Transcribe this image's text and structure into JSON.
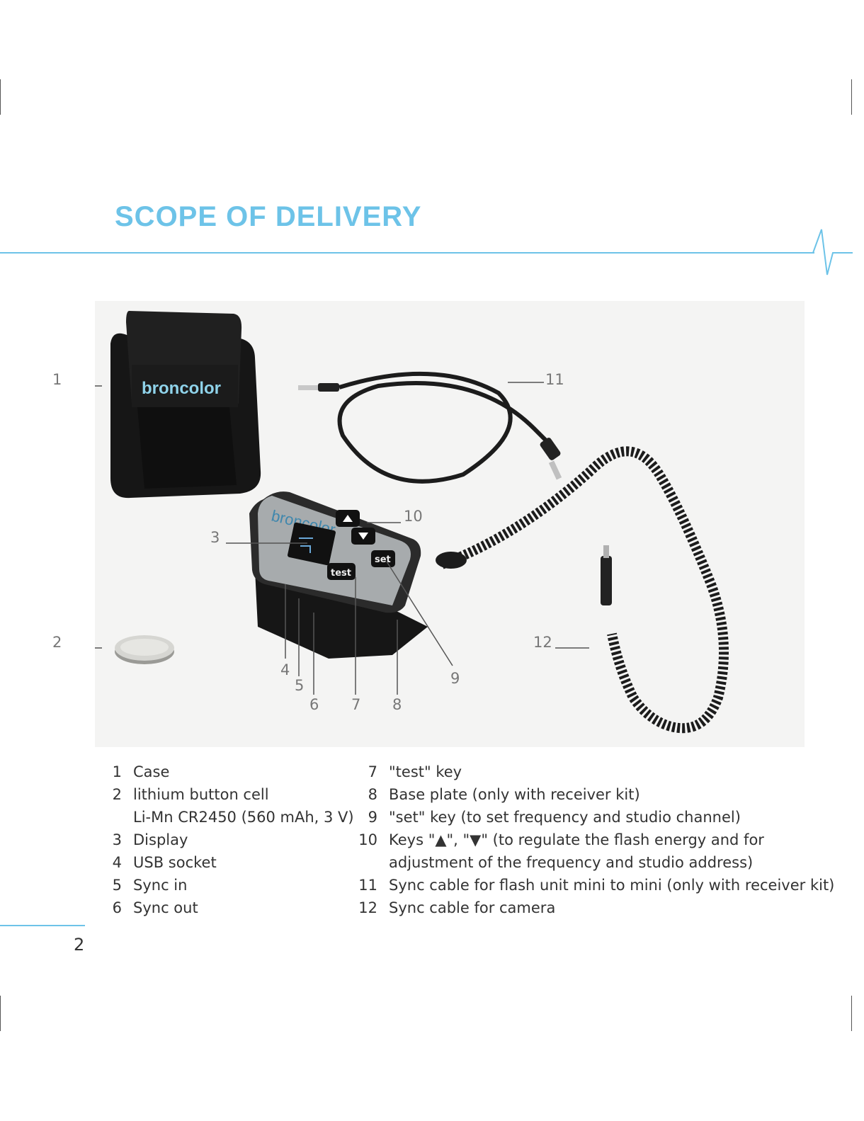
{
  "section_title": "SCOPE OF DELIVERY",
  "photo": {
    "case_logo": "broncolor",
    "device_logo": "broncolor",
    "key_test": "test",
    "key_set": "set",
    "callouts": [
      "1",
      "2",
      "3",
      "4",
      "5",
      "6",
      "7",
      "8",
      "9",
      "10",
      "11",
      "12"
    ]
  },
  "legend_left": [
    {
      "num": "1",
      "text": "Case"
    },
    {
      "num": "2",
      "text": "lithium button cell"
    },
    {
      "num": "",
      "text": "Li-Mn CR2450 (560 mAh, 3 V)"
    },
    {
      "num": "3",
      "text": "Display"
    },
    {
      "num": "4",
      "text": "USB socket"
    },
    {
      "num": "5",
      "text": "Sync in"
    },
    {
      "num": "6",
      "text": "Sync out"
    }
  ],
  "legend_right": [
    {
      "num": "7",
      "text": "\"test\" key"
    },
    {
      "num": "8",
      "text": "Base plate (only with receiver kit)"
    },
    {
      "num": "9",
      "text": "\"set\" key (to set frequency and studio channel)"
    },
    {
      "num": "10",
      "text": "Keys \"▲\", \"▼\" (to regulate the flash energy and for"
    },
    {
      "num": "",
      "text": "adjustment of the frequency and studio address)"
    },
    {
      "num": "11",
      "text": "Sync cable for flash unit mini to mini (only with receiver kit)"
    },
    {
      "num": "12",
      "text": "Sync cable for camera"
    }
  ],
  "page_number": "2",
  "colors": {
    "accent": "#6dc3e8",
    "text": "#333333",
    "callout": "#777777"
  }
}
